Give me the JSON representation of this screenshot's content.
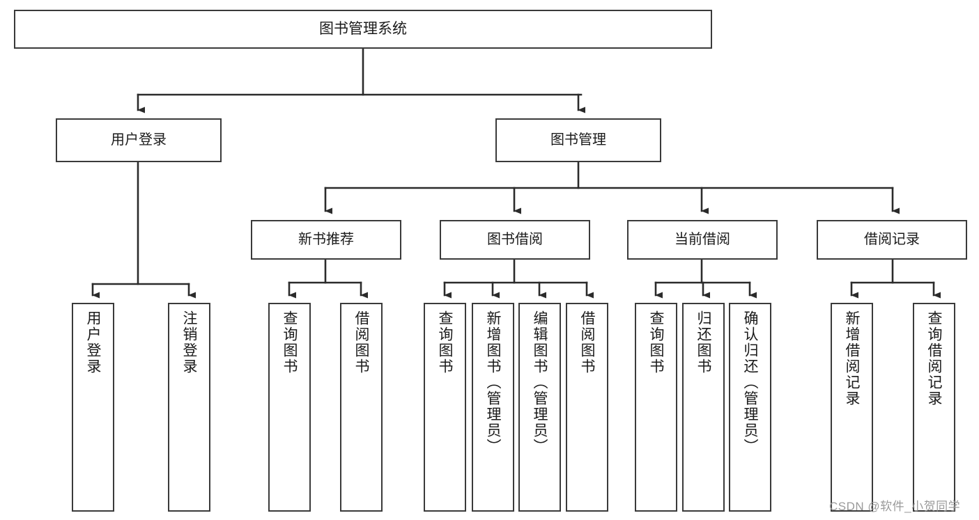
{
  "diagram": {
    "title": "图书管理系统",
    "type": "tree-hierarchy",
    "style": {
      "box_stroke": "#3a3a3a",
      "box_fill": "#ffffff",
      "connector_stroke": "#2b2b2b",
      "background": "#ffffff",
      "watermark_color": "#9a9a9a"
    },
    "root": {
      "label": "图书管理系统"
    },
    "level1": [
      {
        "label": "用户登录"
      },
      {
        "label": "图书管理"
      }
    ],
    "level2": [
      {
        "label": "新书推荐"
      },
      {
        "label": "图书借阅"
      },
      {
        "label": "当前借阅"
      },
      {
        "label": "借阅记录"
      }
    ],
    "leaves": {
      "user_login": [
        {
          "label": "用户登录"
        },
        {
          "label": "注销登录"
        }
      ],
      "new_book_recommend": [
        {
          "label": "查询图书"
        },
        {
          "label": "借阅图书"
        }
      ],
      "book_borrow": [
        {
          "label": "查询图书"
        },
        {
          "label": "新增图书（管理员）"
        },
        {
          "label": "编辑图书（管理员）"
        },
        {
          "label": "借阅图书"
        }
      ],
      "current_borrow": [
        {
          "label": "查询图书"
        },
        {
          "label": "归还图书"
        },
        {
          "label": "确认归还（管理员）"
        }
      ],
      "borrow_record": [
        {
          "label": "新增借阅记录"
        },
        {
          "label": "查询借阅记录"
        }
      ]
    }
  },
  "watermark": {
    "text": "CSDN @软件_小贺同学"
  }
}
